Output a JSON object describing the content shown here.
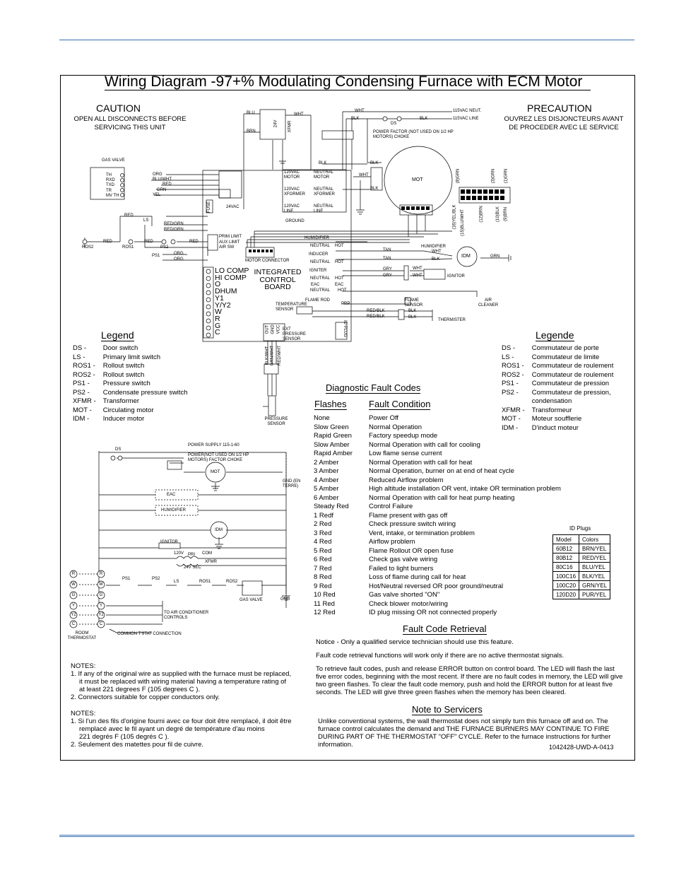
{
  "title": "Wiring Diagram -97+%  Modulating Condensing Furnace with ECM Motor",
  "caution": {
    "heading": "CAUTION",
    "text": "OPEN ALL DISCONNECTS BEFORE SERVICING THIS UNIT"
  },
  "precaution": {
    "heading": "PRECAUTION",
    "text": "OUVREZ LES DISJONCTEURS AVANT DE PROCEDER AVEC LE SERVICE"
  },
  "board": {
    "name": "INTEGRATED CONTROL BOARD",
    "terminals": [
      "LO COMP",
      "HI COMP",
      "O",
      "DHUM",
      "Y1",
      "Y/Y2",
      "W",
      "R",
      "G",
      "C"
    ],
    "labels": {
      "gas_valve": "GAS VALVE",
      "th": "TH",
      "rxd": "RXD",
      "txd": "TXD",
      "tr": "TR",
      "mv_th": "MV TH",
      "org": "ORG",
      "blu_wht": "BLU/WHT",
      "red": "RED",
      "grn": "GRN",
      "yel": "YEL",
      "ls": "LS",
      "red_grn": "RED/GRN",
      "ros2": "ROS2",
      "ros1": "ROS1",
      "ps2": "PS2",
      "ps1": "PS1",
      "prim_limit": "PRIM LIMIT",
      "aux_limit": "AUX LIMIT",
      "air_sw": "AIR SW",
      "fuse": "FUSE",
      "v24": "24VAC",
      "xfmr": "XFMR",
      "v24_tr": "24V",
      "blu": "BLU",
      "brn": "BRN",
      "wht": "WHT",
      "blk": "BLK",
      "ds": "DS",
      "neut_115": "115VAC NEUT.",
      "line_115": "115VAC LINE",
      "power_factor": "POWER FACTOR (NOT USED ON 1/2 HP MOTORS) CHOKE",
      "v120_motor": "120VAC MOTOR",
      "neutral_motor": "NEUTRAL MOTOR",
      "v120_xfmr": "120VAC XFORMER",
      "neutral_xfmr": "NEUTRAL XFORMER",
      "v120_line": "120VAC LINE",
      "neutral_line": "NEUTRAL LINE",
      "ground": "GROUND",
      "mot": "MOT",
      "motor_connector": "MOTOR CONNECTOR",
      "humidifier": "HUMIDIFIER",
      "neutral": "NEUTRAL",
      "hot": "HOT",
      "inducer": "INDUCER",
      "tan": "TAN",
      "idm": "IDM",
      "igniter": "IGNITER",
      "ignitor": "IGNITOR",
      "gry": "GRY",
      "eac": "EAC",
      "air_cleaner": "AIR CLEANER",
      "flame_rod": "FLAME ROD",
      "temperature_sensor": "TEMPERATURE SENSOR",
      "prp": "PRP",
      "flame_sensor": "FLAME SENSOR",
      "red_blk": "RED/BLK",
      "thermister": "THERMISTER",
      "out": "OUT",
      "gnd": "GND",
      "vcc": "VCC",
      "ext_pressure_sensor": "EXT PRESSURE SENSOR",
      "id_plug": "ID PLUG",
      "blk_wht": "BLK/WHT",
      "grn_wht": "GRN/WHT",
      "red_wht": "RED/WHT",
      "pressure_sensor": "PRESSURE SENSOR",
      "plug_top": [
        "(8)GRN",
        "(3)GRN",
        "(1)GRN"
      ],
      "plug_bottom": [
        "(16)YEL/BLK",
        "(15)BLU/WHT",
        "(12)BRN",
        "(10)BLK",
        "(9)BRN"
      ]
    }
  },
  "ladder": {
    "power_supply": "POWER SUPPLY 115-1-60",
    "power_factor": "POWER(NOT USED ON 1/2 HP MOTORS) FACTOR CHOKE",
    "gnd": "GND (EN TERRE)",
    "eac": "EAC",
    "humidifier": "HUMIDIFIER",
    "idm": "IDM",
    "ignitor": "IGNITOR",
    "v120": "120V",
    "pri": "PRI",
    "com": "COM",
    "xfmr": "XFMR",
    "v24sec": "24V SEC",
    "ps1": "PS1",
    "ps2": "PS2",
    "ls": "LS",
    "ros1": "ROS1",
    "ros2": "ROS2",
    "gas_valve": "GAS VALVE",
    "gnd2": "GND",
    "to_ac": "TO AIR CONDITIONER CONTROLS",
    "room_thermostat": "ROOM THERMOSTAT",
    "common": "COMMON T'STAT CONNECTION",
    "thermostat_terms": [
      "R",
      "W",
      "G",
      "Y",
      "Y2",
      "C"
    ],
    "furnace_terms": [
      "R",
      "W",
      "G",
      "Y",
      "Y2",
      "C"
    ],
    "ds": "DS",
    "mot": "MOT"
  },
  "legend": {
    "heading": "Legend",
    "items": [
      {
        "code": "DS -",
        "desc": "Door switch"
      },
      {
        "code": "LS -",
        "desc": "Primary limit switch"
      },
      {
        "code": "ROS1 -",
        "desc": "Rollout switch"
      },
      {
        "code": "ROS2 -",
        "desc": "Rollout switch"
      },
      {
        "code": "PS1 -",
        "desc": "Pressure switch"
      },
      {
        "code": "PS2 -",
        "desc": "Condensate pressure switch"
      },
      {
        "code": "XFMR -",
        "desc": "Transformer"
      },
      {
        "code": "MOT -",
        "desc": "Circulating motor"
      },
      {
        "code": "IDM -",
        "desc": "Inducer motor"
      }
    ]
  },
  "legende": {
    "heading": "Legende",
    "items": [
      {
        "code": "DS -",
        "desc": "Commutateur de porte"
      },
      {
        "code": "LS -",
        "desc": "Commutateur de limite"
      },
      {
        "code": "ROS1 -",
        "desc": "Commutateur de roulement"
      },
      {
        "code": "ROS2 -",
        "desc": "Commutateur de roulement"
      },
      {
        "code": "PS1 -",
        "desc": "Commutateur de pression"
      },
      {
        "code": "PS2 -",
        "desc": "Commutateur de pression,"
      },
      {
        "code": "",
        "desc": "condensation"
      },
      {
        "code": "XFMR -",
        "desc": "Transformeur"
      },
      {
        "code": "MOT -",
        "desc": "Moteur soufflerie"
      },
      {
        "code": "IDM -",
        "desc": "D'induct moteur"
      }
    ]
  },
  "fault_codes": {
    "heading": "Diagnostic Fault Codes",
    "col1": "Flashes",
    "col2": "Fault Condition",
    "rows": [
      {
        "flash": "None",
        "cond": "Power Off"
      },
      {
        "flash": "Slow  Green",
        "cond": "Normal Operation"
      },
      {
        "flash": "Rapid Green",
        "cond": "Factory speedup mode"
      },
      {
        "flash": "Slow  Amber",
        "cond": "Normal Operation with call for cooling"
      },
      {
        "flash": "Rapid Amber",
        "cond": "Low flame sense current"
      },
      {
        "flash": "2  Amber",
        "cond": "Normal Operation with call for heat"
      },
      {
        "flash": "3  Amber",
        "cond": "Normal Operation, burner on at end of heat cycle"
      },
      {
        "flash": "4  Amber",
        "cond": "Reduced Airflow problem"
      },
      {
        "flash": "5  Amber",
        "cond": "High altitude installation OR vent, intake OR termination problem"
      },
      {
        "flash": "6  Amber",
        "cond": "Normal Operation with call for heat pump heating"
      },
      {
        "flash": "Steady Red",
        "cond": "Control Failure"
      },
      {
        "flash": "1  Redf",
        "cond": "Flame present with gas off"
      },
      {
        "flash": "2  Red",
        "cond": "Check pressure switch wiring"
      },
      {
        "flash": "3  Red",
        "cond": "Vent, intake, or termination problem"
      },
      {
        "flash": "4  Red",
        "cond": "Airflow problem"
      },
      {
        "flash": "5  Red",
        "cond": "Flame Rollout OR open fuse"
      },
      {
        "flash": "6  Red",
        "cond": "Check gas valve wiring"
      },
      {
        "flash": "7  Red",
        "cond": "Failed to light burners"
      },
      {
        "flash": "8  Red",
        "cond": "Loss of flame during call for heat"
      },
      {
        "flash": "9  Red",
        "cond": "Hot/Neutral reversed OR poor ground/neutral"
      },
      {
        "flash": "10 Red",
        "cond": "Gas valve shorted \"ON\""
      },
      {
        "flash": "11 Red",
        "cond": "Check blower motor/wiring"
      },
      {
        "flash": "12 Red",
        "cond": "ID plug missing OR not connected properly"
      }
    ]
  },
  "id_plugs": {
    "heading": "ID Plugs",
    "header": [
      "Model",
      "Colors"
    ],
    "rows": [
      [
        "60B12",
        "BRN/YEL"
      ],
      [
        "80B12",
        "RED/YEL"
      ],
      [
        "80C16",
        "BLU/YEL"
      ],
      [
        "100C16",
        "BLK/YEL"
      ],
      [
        "100C20",
        "GRN/YEL"
      ],
      [
        "120D20",
        "PUR/YEL"
      ]
    ]
  },
  "retrieval": {
    "heading": "Fault Code Retrieval",
    "p1": "Notice - Only a qualified service technician should use this feature.",
    "p2": "Fault code retrieval functions will work only if there are no active thermostat signals.",
    "p3": "To retrieve fault codes, push and release ERROR button on control board. The LED will flash the last five error codes, beginning with the most recent.  If there are no fault codes in memory, the LED will give two green flashes. To clear the fault code memory, push and hold the ERROR button for at least five seconds. The LED will give three green flashes when the memory has been cleared."
  },
  "servicers": {
    "heading": "Note to Servicers",
    "text": "Unlike conventional systems, the wall thermostat does not simply turn this furnace off and on. The furnace control calculates the demand and THE FURNACE BURNERS MAY CONTINUE TO FIRE DURING PART OF THE THERMOSTAT \"OFF\" CYCLE. Refer to the furnace instructions for further information."
  },
  "notes_en": {
    "heading": "NOTES:",
    "n1": "1. If any of the original wire as supplied with the furnace must be replaced,",
    "n1b": "it must be replaced with wiring material having a temperature rating of",
    "n1c": "at least 221 degrees F (105 degrees C ).",
    "n2": "2. Connectors suitable for copper conductors only."
  },
  "notes_fr": {
    "heading": "NOTES:",
    "n1": "1. Si l'un des fils d'origine fourni avec ce four doit être remplacé, il doit être",
    "n1b": "remplacé avec le fil ayant un degré de température d'au moins",
    "n1c": "221 degrés F (105 degrés C ).",
    "n2": "2. Seulement des matettes pour fil de cuivre."
  },
  "doc_number": "1042428-UWD-A-0413"
}
